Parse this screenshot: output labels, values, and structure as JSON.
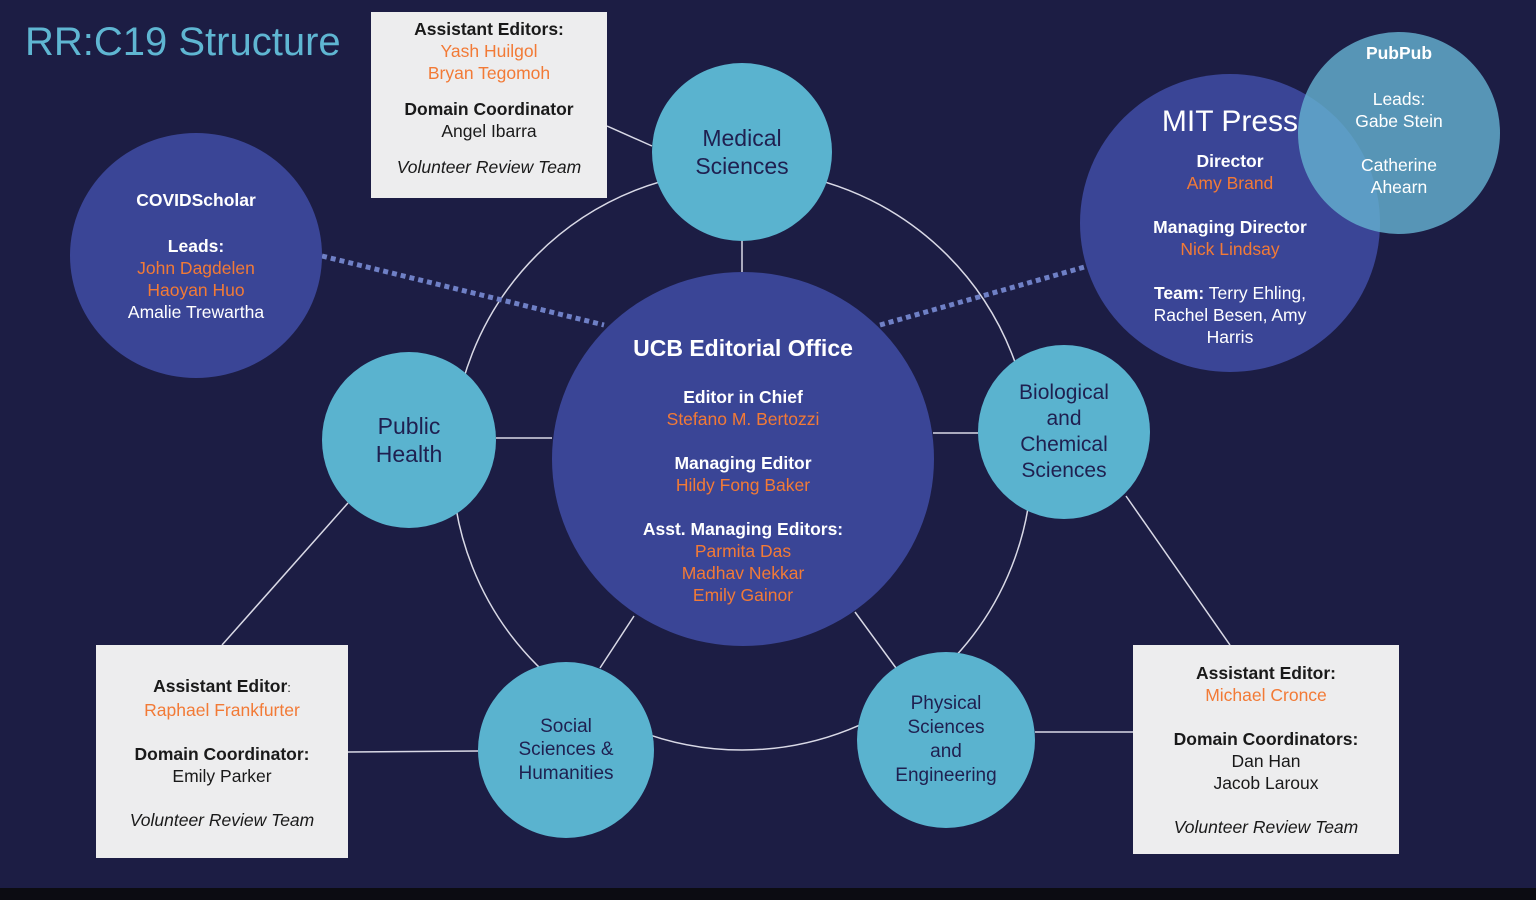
{
  "title": "RR:C19 Structure",
  "colors": {
    "background": "#1c1d44",
    "teal": "#5ab3cf",
    "navy_circle": "#3a4596",
    "highlight_name": "#f27a36",
    "title": "#5fb6d2"
  },
  "center": {
    "title": "UCB Editorial Office",
    "editor_label": "Editor in Chief",
    "editor_name": "Stefano M. Bertozzi",
    "managing_label": "Managing Editor",
    "managing_name": "Hildy Fong Baker",
    "asst_label": "Asst. Managing Editors:",
    "asst_names": [
      "Parmita Das",
      "Madhav Nekkar",
      "Emily Gainor"
    ]
  },
  "domains": {
    "medical": [
      "Medical",
      "Sciences"
    ],
    "public_health": [
      "Public",
      "Health"
    ],
    "biochem": [
      "Biological",
      "and",
      "Chemical",
      "Sciences"
    ],
    "social": [
      "Social",
      "Sciences &",
      "Humanities"
    ],
    "physical": [
      "Physical",
      "Sciences",
      "and",
      "Engineering"
    ]
  },
  "covidscholar": {
    "title": "COVIDScholar",
    "leads_label": "Leads:",
    "leads": [
      "John Dagdelen",
      "Haoyan Huo"
    ],
    "other": "Amalie Trewartha"
  },
  "mit_press": {
    "title": "MIT Press",
    "director_label": "Director",
    "director_name": "Amy Brand",
    "md_label": "Managing Director",
    "md_name": "Nick Lindsay",
    "team_label": "Team:",
    "team_text": [
      "Terry Ehling,",
      "Rachel Besen, Amy",
      "Harris"
    ]
  },
  "pubpub": {
    "title": "PubPub",
    "leads_label": "Leads:",
    "lead1": "Gabe Stein",
    "lead2": [
      "Catherine",
      "Ahearn"
    ]
  },
  "box_medical": {
    "ae_label": "Assistant Editors:",
    "ae_names": [
      "Yash Huilgol",
      "Bryan Tegomoh"
    ],
    "dc_label": "Domain Coordinator",
    "dc_name": "Angel Ibarra",
    "team": "Volunteer Review Team"
  },
  "box_public": {
    "ae_label": "Assistant Editor",
    "ae_punct": ":",
    "ae_name": "Raphael Frankfurter",
    "dc_label": "Domain Coordinator:",
    "dc_name": "Emily Parker",
    "team": "Volunteer Review Team"
  },
  "box_physical": {
    "ae_label": "Assistant Editor:",
    "ae_name": "Michael Cronce",
    "dc_label": "Domain Coordinators:",
    "dc_names": [
      "Dan Han",
      "Jacob Laroux"
    ],
    "team": "Volunteer Review Team"
  }
}
